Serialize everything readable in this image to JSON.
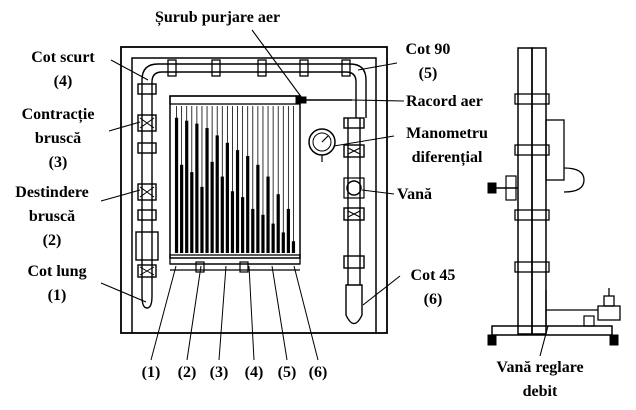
{
  "labels": {
    "surub_purjare": "Șurub purjare aer",
    "cot_scurt": "Cot scurt",
    "cot_scurt_num": "(4)",
    "contractie_1": "Contracție",
    "contractie_2": "bruscă",
    "contractie_num": "(3)",
    "destindere_1": "Destindere",
    "destindere_2": "bruscă",
    "destindere_num": "(2)",
    "cot_lung": "Cot lung",
    "cot_lung_num": "(1)",
    "cot_90": "Cot 90",
    "cot_90_num": "(5)",
    "racord_aer": "Racord aer",
    "manometru_1": "Manometru",
    "manometru_2": "diferențial",
    "vana": "Vană",
    "cot_45": "Cot 45",
    "cot_45_num": "(6)",
    "vana_reglare_1": "Vană reglare",
    "vana_reglare_2": "debit"
  },
  "tube_numbers": [
    "(1)",
    "(2)",
    "(3)",
    "(4)",
    "(5)",
    "(6)"
  ],
  "manometer_columns": {
    "count": 24,
    "column_levels": [
      0.92,
      0.6,
      0.9,
      0.55,
      0.88,
      0.45,
      0.85,
      0.62,
      0.8,
      0.52,
      0.75,
      0.42,
      0.7,
      0.38,
      0.66,
      0.3,
      0.6,
      0.26,
      0.52,
      0.2,
      0.4,
      0.14,
      0.3,
      0.08
    ]
  }
}
